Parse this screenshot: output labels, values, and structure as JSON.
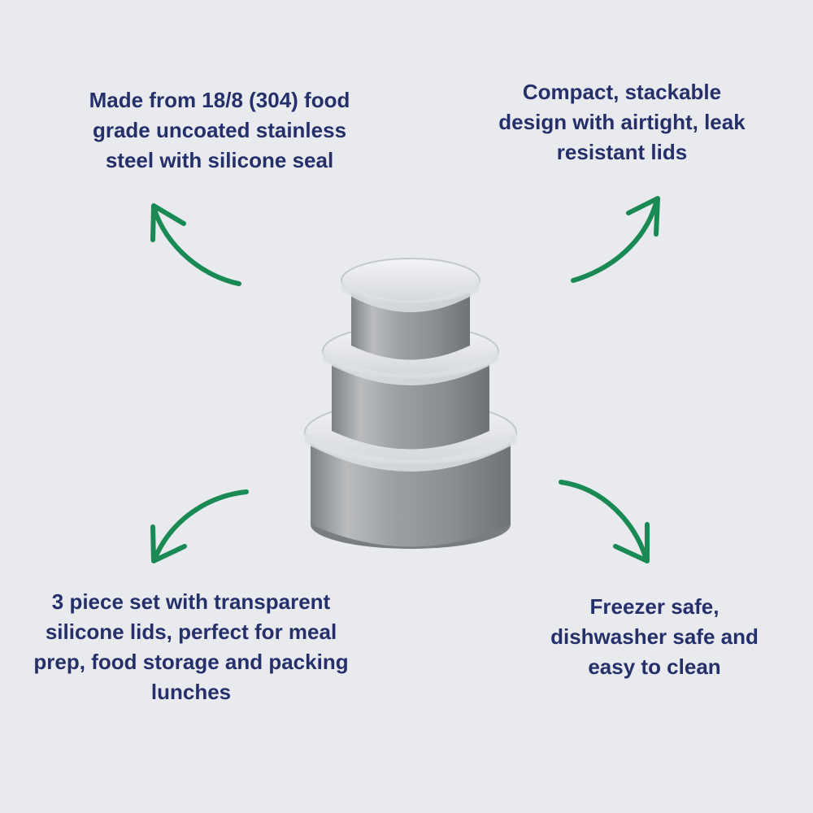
{
  "colors": {
    "background": "#E8EAEE",
    "text": "#25306B",
    "arrow": "#1A8A55"
  },
  "features": {
    "top_left": [
      "Made from 18/8 (304) food",
      "grade uncoated stainless",
      "steel with silicone seal"
    ],
    "top_right": [
      "Compact, stackable",
      "design with airtight, leak",
      "resistant lids"
    ],
    "bottom_left": [
      "3 piece set with transparent",
      "silicone lids, perfect for meal",
      "prep, food storage and packing",
      "lunches"
    ],
    "bottom_right": [
      "Freezer safe,",
      "dishwasher safe and",
      "easy to clean"
    ]
  },
  "product": {
    "image": "stainless-steel-container-set",
    "container_count": 3
  }
}
